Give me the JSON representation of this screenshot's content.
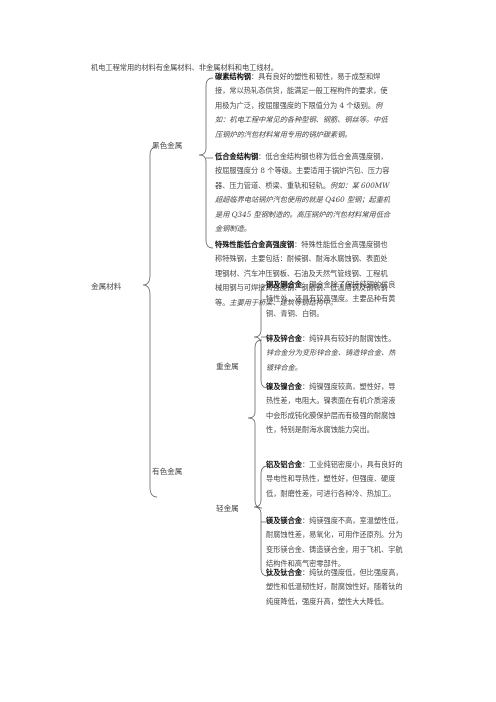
{
  "intro": "机电工程常用的材料有金属材料、非金属材料和电工线材。",
  "root": "金属材料",
  "ferrous": {
    "label": "黑色金属",
    "carbon": {
      "title": "碳素结构钢",
      "body": "：具有良好的塑性和韧性，易于成型和焊接，常以热轧态供货，能满足一般工程构件的要求，使用极为广泛，按屈服强度的下限值分为 4 个级别。",
      "italic": "例如：机电工程中常见的各种型钢、钢筋、钢丝等。中低压钢炉的汽包材料常用专用的锅炉碳素钢。"
    },
    "lowalloy": {
      "title": "低合金结构钢",
      "body": "：低合金结构钢也称为低合金高强度钢，按屈服强度分 8 个等级。主要适用于锅炉汽包、压力容器、压力管道、桥梁、重轨和轻轨。",
      "italic": "例如：某 600MW 超超临界电站锅炉汽包使用的就是 Q460 型钢；起重机是用 Q345 型钢制造的。高压锅炉的汽包材料常用低合金钢制造。"
    },
    "special": {
      "title": "特殊性能低合金高强度钢",
      "body": "：特殊性能低合金高强度钢也称特殊钢，主要包括：耐候钢、耐海水腐蚀钢、表面处理钢材、汽车冲压钢板、石油及天然气管线钢、工程机械用钢与可焊接高强度钢、钢筋钢、低温用钢及钢轨钢等。",
      "italic": "主要用于桥梁、建筑等钢结构中。"
    }
  },
  "nonferrous": {
    "label": "有色金属",
    "heavy": {
      "label": "重金属",
      "copper": {
        "title": "铜及铜合金",
        "body": "：铜合金除了保持纯铜的优良特性外，还具有较高强度。主要品种有黄铜、青铜、白铜。"
      },
      "zinc": {
        "title": "锌及锌合金",
        "body": "：纯锌具有较好的耐腐蚀性。",
        "italic": "锌合金分为变形锌合金、铸造锌合金、热镀锌合金。"
      },
      "nickel": {
        "title": "镍及镍合金",
        "body": "：纯镍强度较高，塑性好，导热性差，电阻大。镍表面在有机介质溶液中会形成钝化膜保护层而有极强的耐腐蚀性，特别是耐海水腐蚀能力突出。"
      }
    },
    "light": {
      "label": "轻金属",
      "aluminum": {
        "title": "铝及铝合金",
        "body": "：工业纯铝密度小，具有良好的导电性和导热性，塑性好，但强度、硬度低，耐磨性差，可进行各种冷、热加工。"
      },
      "magnesium": {
        "title": "镁及镁合金",
        "body": "：纯镁强度不高，室温塑性低，耐腐蚀性差，易氧化，可用作还原剂。分为变形镁合金、铸造镁合金，用于飞机、宇航结构件和高气密零部件。"
      },
      "titanium": {
        "title": "钛及钛合金",
        "body": "：纯钛的强度低，但比强度高，塑性和低温韧性好，耐腐蚀性好。随着钛的纯度降低，强度升高，塑性大大降低。"
      }
    }
  }
}
